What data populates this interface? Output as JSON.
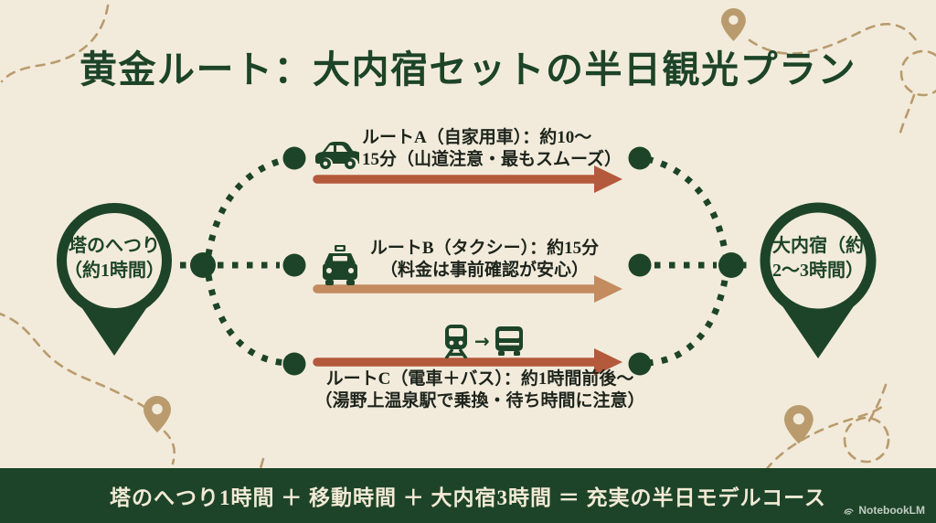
{
  "title": "黄金ルート：大内宿セットの半日観光プラン",
  "nodes": {
    "left": {
      "name": "塔のへつり",
      "duration": "（約1時間）"
    },
    "right": {
      "name": "大内宿（約",
      "duration": "2〜3時間）"
    }
  },
  "routes": [
    {
      "label": "A",
      "line1": "ルートA（自家用車）：約10〜",
      "line2": "15分（山道注意・最もスムーズ）",
      "icon": "car-icon",
      "arrow_color": "#b4593c"
    },
    {
      "label": "B",
      "line1": "ルートB（タクシー）：約15分",
      "line2": "（料金は事前確認が安心）",
      "icon": "taxi-icon",
      "arrow_color": "#c38b5e"
    },
    {
      "label": "C",
      "line1": "ルートC（電車＋バス）：約1時間前後〜",
      "line2": "（湯野上温泉駅で乗換・待ち時間に注意）",
      "icon": "train-bus-icon",
      "transfer_arrow": "→",
      "arrow_color": "#b4593c"
    }
  ],
  "footer": {
    "summary": "塔のへつり1時間 ＋ 移動時間 ＋ 大内宿3時間 ＝ 充実の半日モデルコース"
  },
  "watermark": {
    "label": "NotebookLM"
  },
  "colors": {
    "background": "#f2ebdb",
    "primary_green": "#1d4428",
    "label_text": "#1d241c",
    "arrow_terracotta": "#b4593c",
    "arrow_tan": "#c38b5e",
    "decor_tan": "#b99b6e",
    "footer_bg": "#1d4428",
    "footer_text": "#f2ead6"
  }
}
